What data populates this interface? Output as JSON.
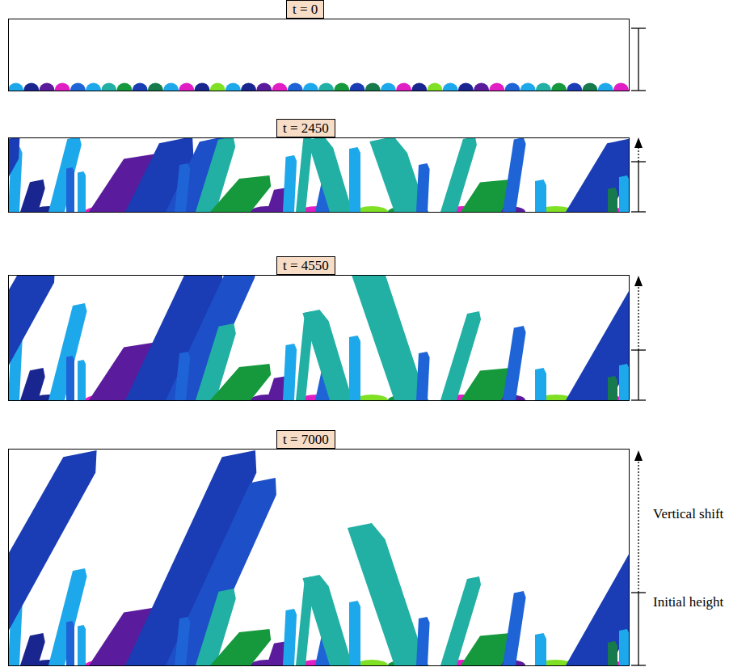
{
  "diagram": {
    "nodes": [
      {
        "text": [
          "t = 0"
        ]
      },
      {
        "text": [
          "t = 2450"
        ]
      },
      {
        "text": [
          "t = 4550"
        ]
      },
      {
        "text": [
          "t = 7000"
        ]
      }
    ],
    "labels": [
      "Vertical shift",
      "Initial height"
    ]
  }
}
